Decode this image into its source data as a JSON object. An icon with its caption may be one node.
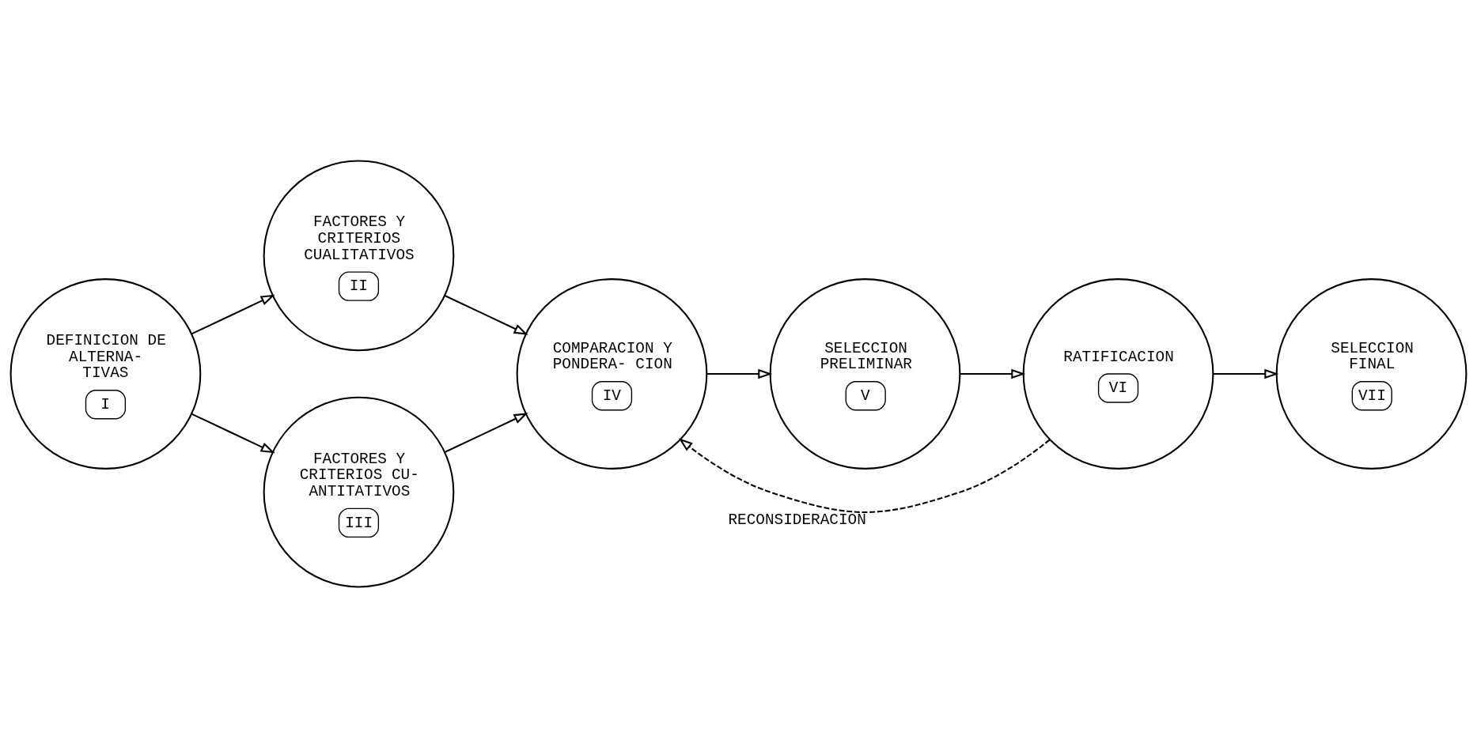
{
  "diagram": {
    "nodes": [
      {
        "text": [
          "DEFINICION DE ALTERNA- TIVAS",
          "I"
        ]
      },
      {
        "text": [
          "FACTORES Y CRITERIOS CUALITATIVOS",
          "II"
        ]
      },
      {
        "text": [
          "FACTORES Y CRITERIOS CU- ANTITATIVOS",
          "III"
        ]
      },
      {
        "text": [
          "COMPARACION Y PONDERA- CION",
          "IV"
        ]
      },
      {
        "text": [
          "SELECCION PRELIMINAR",
          "V"
        ]
      },
      {
        "text": [
          "RATIFICACION",
          "VI"
        ]
      },
      {
        "text": [
          "SELECCION FINAL",
          "VII"
        ]
      }
    ],
    "edges": [
      {
        "from": 0,
        "to": 1,
        "arrow": "to"
      },
      {
        "from": 0,
        "to": 2,
        "arrow": "to"
      },
      {
        "from": 1,
        "to": 3,
        "arrow": "to"
      },
      {
        "from": 2,
        "to": 3,
        "arrow": "to"
      },
      {
        "from": 3,
        "to": 4,
        "arrow": "to"
      },
      {
        "from": 4,
        "to": 5,
        "arrow": "to"
      },
      {
        "from": 5,
        "to": 6,
        "arrow": "to"
      },
      {
        "from": 5,
        "to": 3,
        "arrow": "to",
        "style": "dashed",
        "label": "RECONSIDERACION"
      }
    ]
  }
}
